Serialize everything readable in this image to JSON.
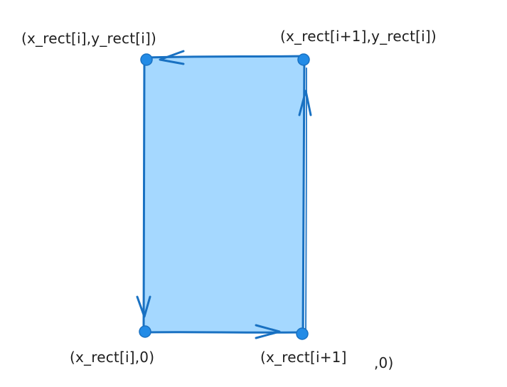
{
  "diagram": {
    "colors": {
      "fill": "#a5d8ff",
      "stroke": "#1971c2",
      "text": "#1e1e1e"
    },
    "labels": {
      "top_left": "(x_rect[i],y_rect[i])",
      "top_right": "(x_rect[i+1],y_rect[i])",
      "bottom_left": "(x_rect[i],0)",
      "bottom_right": "(x_rect[i+1]",
      "bottom_right_suffix": ",0)"
    },
    "edges": [
      {
        "name": "top-edge",
        "direction": "right-to-left"
      },
      {
        "name": "left-edge",
        "direction": "top-to-bottom"
      },
      {
        "name": "bottom-edge",
        "direction": "left-to-right"
      },
      {
        "name": "right-edge",
        "direction": "bottom-to-top"
      }
    ]
  }
}
